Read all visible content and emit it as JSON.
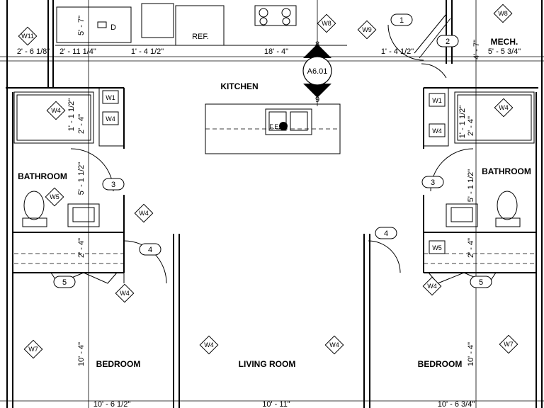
{
  "rooms": {
    "kitchen": "KITCHEN",
    "bathroom_left": "BATHROOM",
    "bathroom_right": "BATHROOM",
    "bedroom_left": "BEDROOM",
    "bedroom_right": "BEDROOM",
    "living_room": "LIVING ROOM",
    "mech": "MECH."
  },
  "fixtures": {
    "ref": "REF.",
    "d": "D",
    "fe": "F.E."
  },
  "dimensions": {
    "top_1": "2' - 6 1/8\"",
    "top_2": "2' - 11 1/4\"",
    "top_3": "1' - 4 1/2\"",
    "top_4": "18' - 4\"",
    "top_5": "1' - 4 1/2\"",
    "mech_w": "5' - 5 3/4\"",
    "mech_h": "4' - 7\"",
    "counter": "5' - 7\"",
    "left_a": "1' - 1 1/2\"",
    "left_b": "2' - 4\"",
    "left_c": "5' - 1 1/2\"",
    "left_d": "2' - 4\"",
    "left_e": "10' - 4\"",
    "right_a": "1' - 1 1/2\"",
    "right_b": "2' - 4\"",
    "right_c": "5' - 1 1/2\"",
    "right_d": "2' - 4\"",
    "right_e": "10' - 4\"",
    "bottom_1": "10' - 6 1/2\"",
    "bottom_2": "10' - 11\"",
    "bottom_3": "10' - 6 3/4\""
  },
  "section_marker": {
    "label": "A6.01",
    "top": "8",
    "bottom": "9"
  },
  "door_tags": {
    "d1": "1",
    "d2": "2",
    "d3l": "3",
    "d3r": "3",
    "d4l": "4",
    "d4c": "4",
    "d5l": "5",
    "d5r": "5"
  },
  "window_tags": {
    "w11": "W11",
    "w8a": "W8",
    "w8b": "W8",
    "w9": "W9",
    "w1l": "W1",
    "w1r": "W1",
    "w4": "W4",
    "w5": "W5",
    "w7": "W7"
  }
}
